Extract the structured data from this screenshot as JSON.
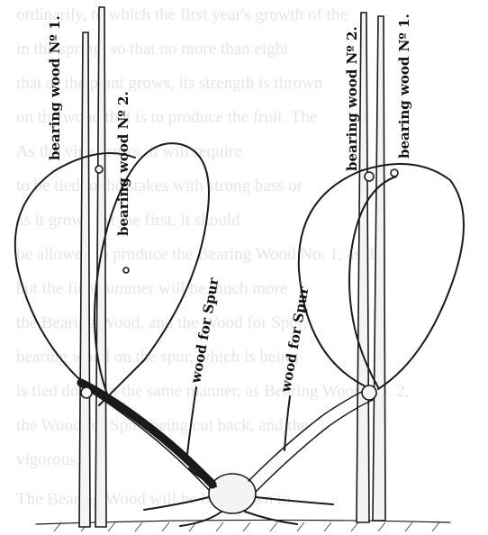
{
  "labels": {
    "left_bearing_1": "bearing wood Nº 1.",
    "left_bearing_2": "bearing wood Nº 2.",
    "left_spur": "wood for Spur",
    "center_spur": "wood for Spur",
    "right_bearing_2": "bearing wood Nº 2.",
    "right_bearing_1": "bearing wood Nº 1."
  },
  "bleed_through": [
    "ordinarily, to which the first year's growth of the",
    "in the spring, so that no more than eight",
    "that as the plant grows, its strength is thrown",
    "on the wood that is to produce the fruit. The",
    "As the vine grows, it will require",
    "to be tied to the stakes with strong bass or",
    "as it grows. At the first, it should",
    "be allowed to produce the Bearing Wood No. 1, as the",
    "but the first summer will be much more",
    "the Bearing Wood, and the Wood for Spur,",
    "bearing wood on the spur, which is being",
    "is tied down in the same manner, as Bearing Wood No. 2,",
    "the Wood for Spur, being cut back, and the",
    "vigorous.",
    "The Bearing Wood will be bent down to"
  ],
  "colors": {
    "ink": "#1a1a1a",
    "paper": "#ffffff",
    "ghost": "#b8b8b8"
  }
}
